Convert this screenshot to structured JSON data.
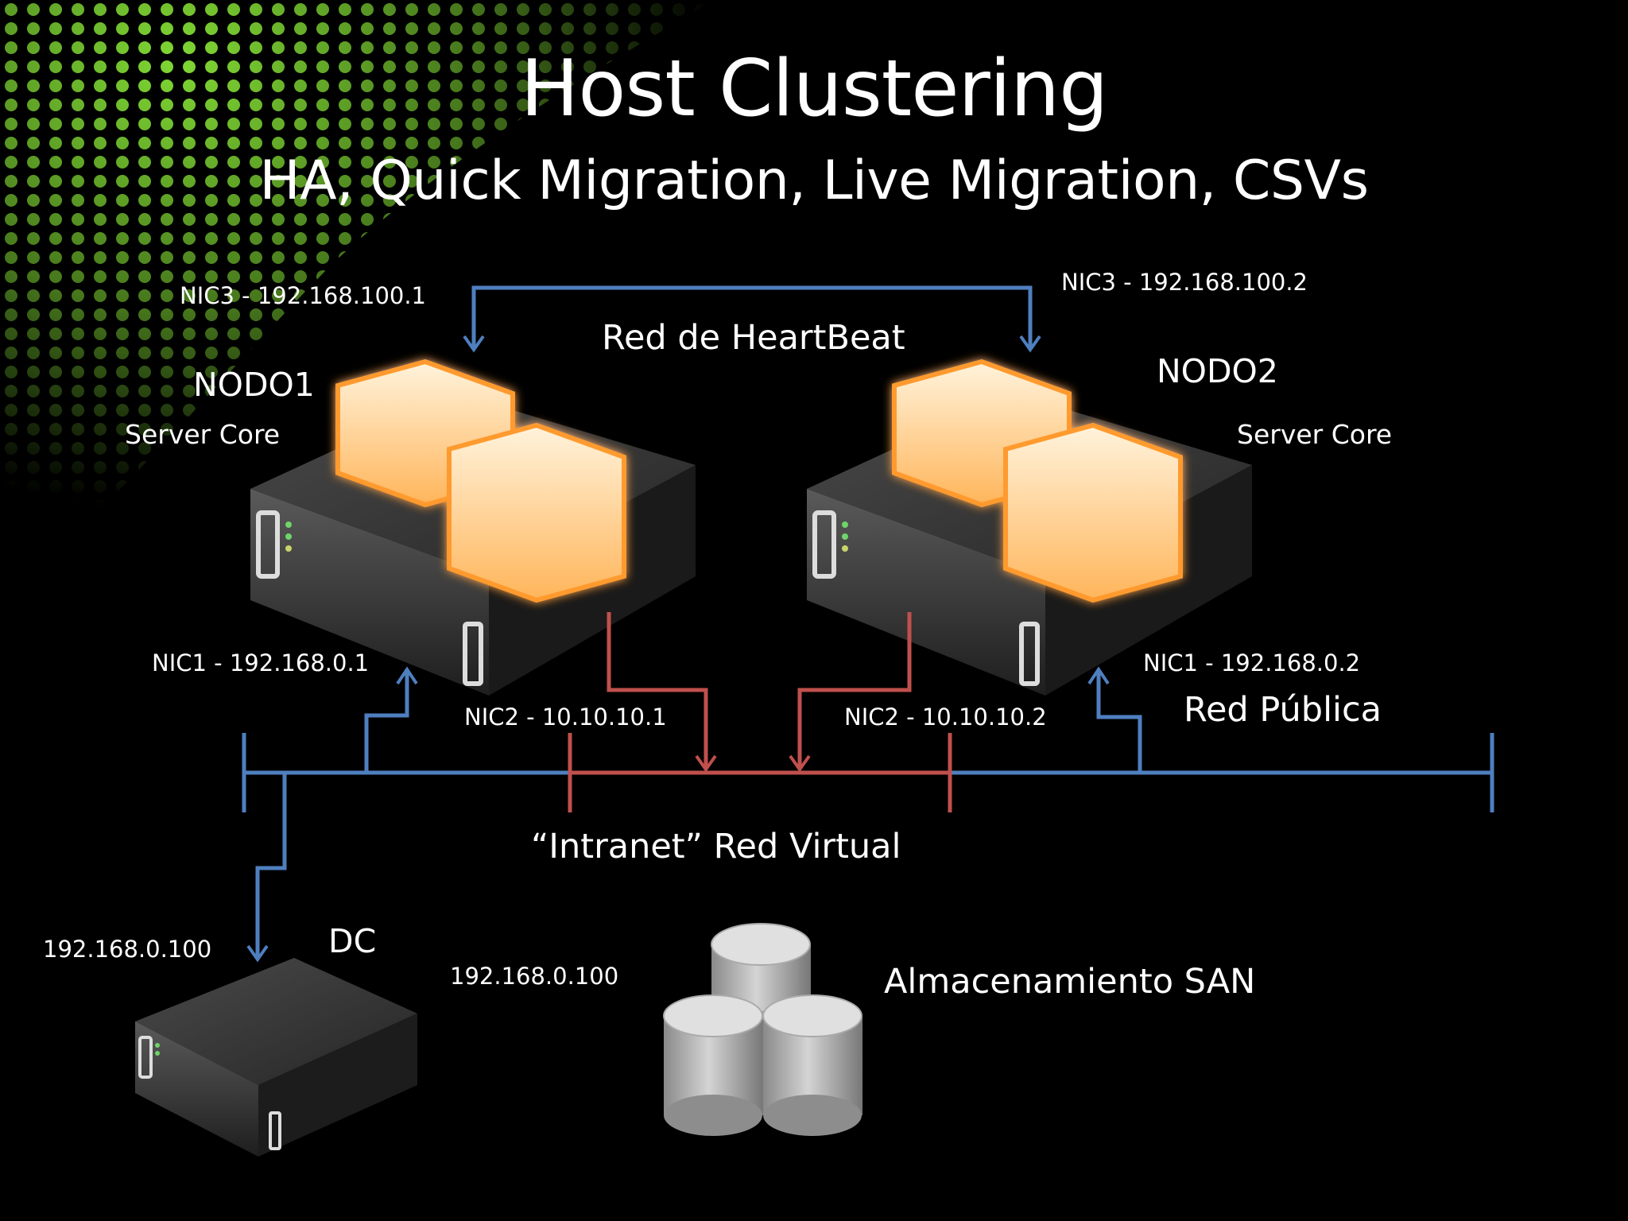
{
  "slide": {
    "title": "Host Clustering",
    "subtitle": "HA, Quick Migration, Live Migration, CSVs"
  },
  "nodes": {
    "node1": {
      "name": "NODO1",
      "role": "Server Core",
      "nic3": "NIC3 - 192.168.100.1",
      "nic1": "NIC1 - 192.168.0.1",
      "nic2": "NIC2 - 10.10.10.1"
    },
    "node2": {
      "name": "NODO2",
      "role": "Server Core",
      "nic3": "NIC3 - 192.168.100.2",
      "nic1": "NIC1 - 192.168.0.2",
      "nic2": "NIC2 - 10.10.10.2"
    }
  },
  "networks": {
    "heartbeat": "Red de HeartBeat",
    "public": "Red Pública",
    "intranet": "“Intranet” Red Virtual"
  },
  "dc": {
    "name": "DC",
    "ip": "192.168.0.100"
  },
  "san": {
    "name": "Almacenamiento SAN",
    "ip": "192.168.0.100"
  },
  "colors": {
    "background": "#000000",
    "blue_link": "#4f7fbf",
    "red_link": "#c0504d",
    "server_glow": "#ff9a2e",
    "dot_pattern": "#7ee02a"
  }
}
